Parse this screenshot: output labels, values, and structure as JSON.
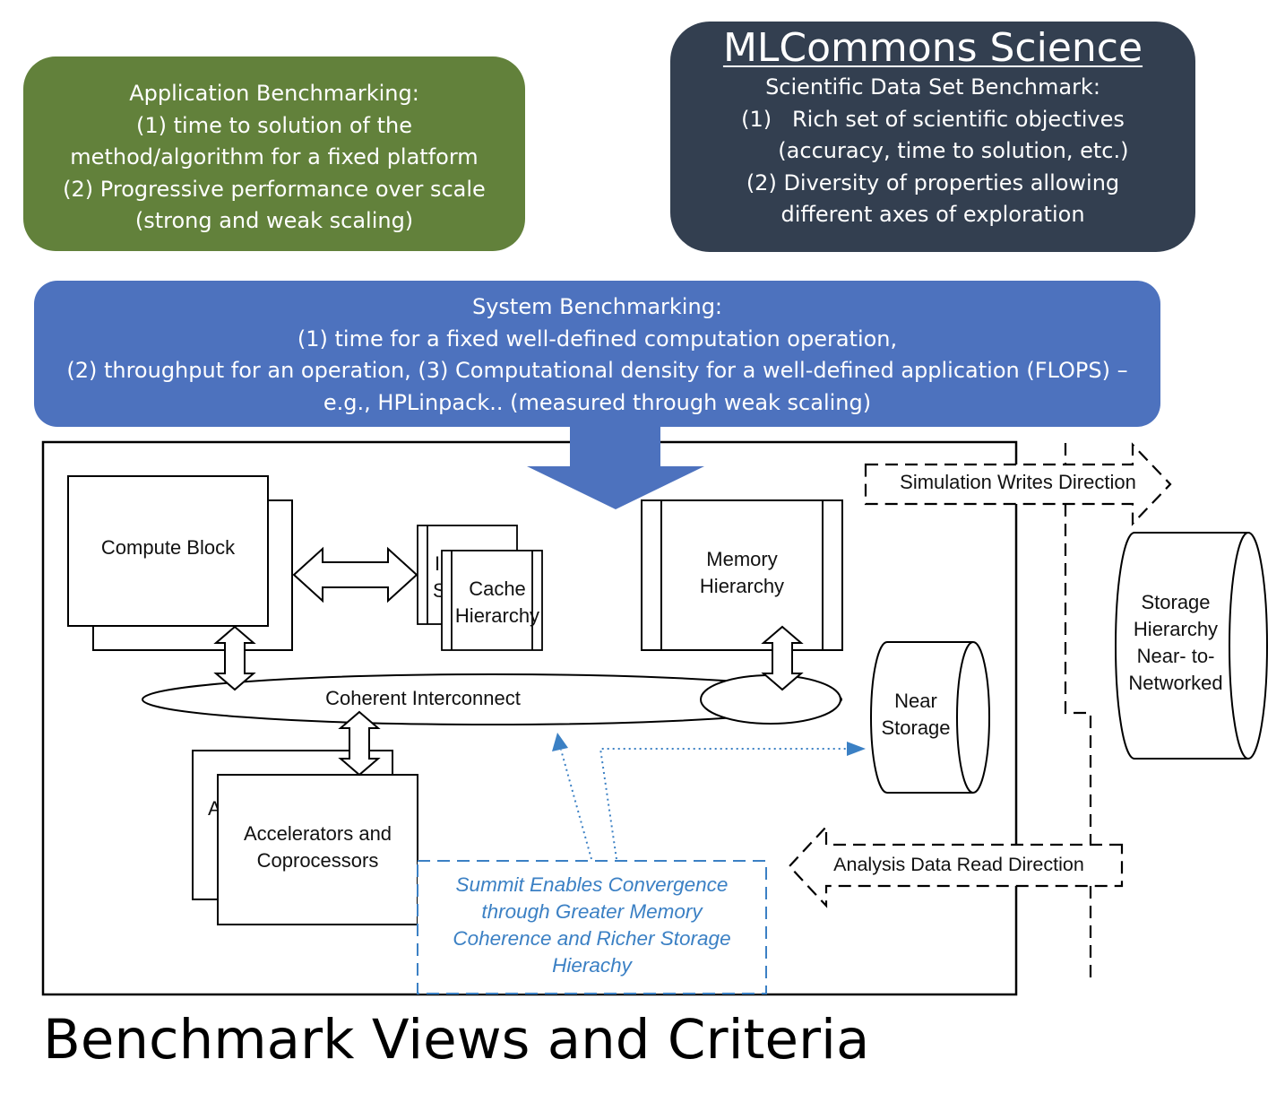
{
  "app_benchmarking": {
    "lines": [
      "Application Benchmarking:",
      "(1) time to solution of the",
      "method/algorithm for a fixed platform",
      "(2) Progressive performance over scale",
      "(strong and weak scaling)"
    ]
  },
  "mlcommons": {
    "title": "MLCommons Science",
    "lines": [
      "Scientific Data Set Benchmark:",
      "(1)   Rich set of scientific objectives",
      "      (accuracy, time to solution, etc.)",
      "(2) Diversity of properties allowing",
      "different axes of exploration"
    ]
  },
  "system_benchmarking": {
    "lines": [
      "System Benchmarking:",
      "(1) time for a fixed well-defined computation operation,",
      "(2) throughput for an operation, (3) Computational density for a well-defined application (FLOPS) –",
      "e.g., HPLinpack.. (measured through weak scaling)"
    ]
  },
  "architecture": {
    "compute_block": "Compute Block",
    "cache_hierarchy": [
      "Cache",
      "Hierarchy"
    ],
    "cache_back_fragments": [
      "I",
      "S"
    ],
    "memory_hierarchy": [
      "Memory",
      "Hierarchy"
    ],
    "coherent_interconnect": "Coherent Interconnect",
    "near_storage": [
      "Near",
      "Storage"
    ],
    "storage_hierarchy": [
      "Storage",
      "Hierarchy",
      "Near- to-",
      "Networked"
    ],
    "accelerators": [
      "Accelerators and",
      "Coprocessors"
    ],
    "accelerators_back_fragment": "A",
    "simulation_writes": "Simulation Writes Direction",
    "analysis_reads": "Analysis Data Read Direction",
    "summit_note": [
      "Summit Enables Convergence",
      "through Greater Memory",
      "Coherence and Richer Storage",
      "Hierachy"
    ]
  },
  "footer_title": "Benchmark Views and Criteria",
  "colors": {
    "app_box": "#62813b",
    "mlcommons_box": "#333f50",
    "system_box": "#4d72be",
    "summit_note": "#3b80c4"
  }
}
